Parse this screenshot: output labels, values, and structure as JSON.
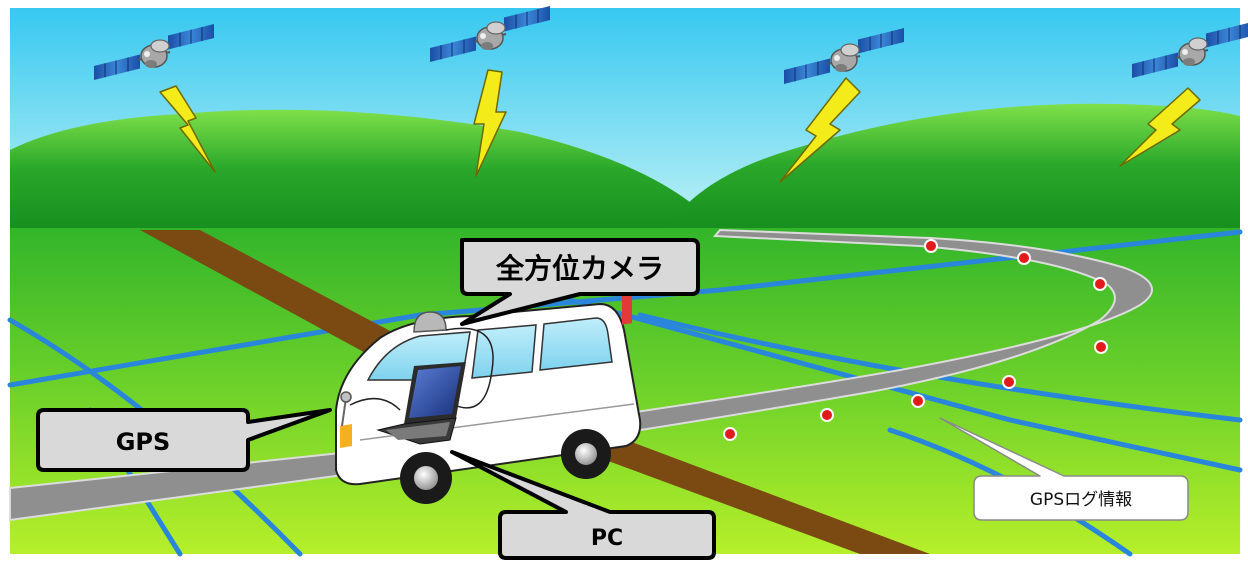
{
  "labels": {
    "camera": "全方位カメラ",
    "gps": "GPS",
    "pc": "PC",
    "gps_log": "GPSログ情報"
  },
  "colors": {
    "sky_top": "#3fd0f2",
    "sky_bottom": "#c9f6f8",
    "hill": "#22a524",
    "field": "#7ed321",
    "road": "#8f8f8f",
    "water": "#2e8fe0",
    "dirt": "#7a4a12",
    "bolt": "#f4ec1a",
    "log_dot": "#e21a1a",
    "callout_fill": "#d9d9d9",
    "callout_border": "#000000"
  }
}
